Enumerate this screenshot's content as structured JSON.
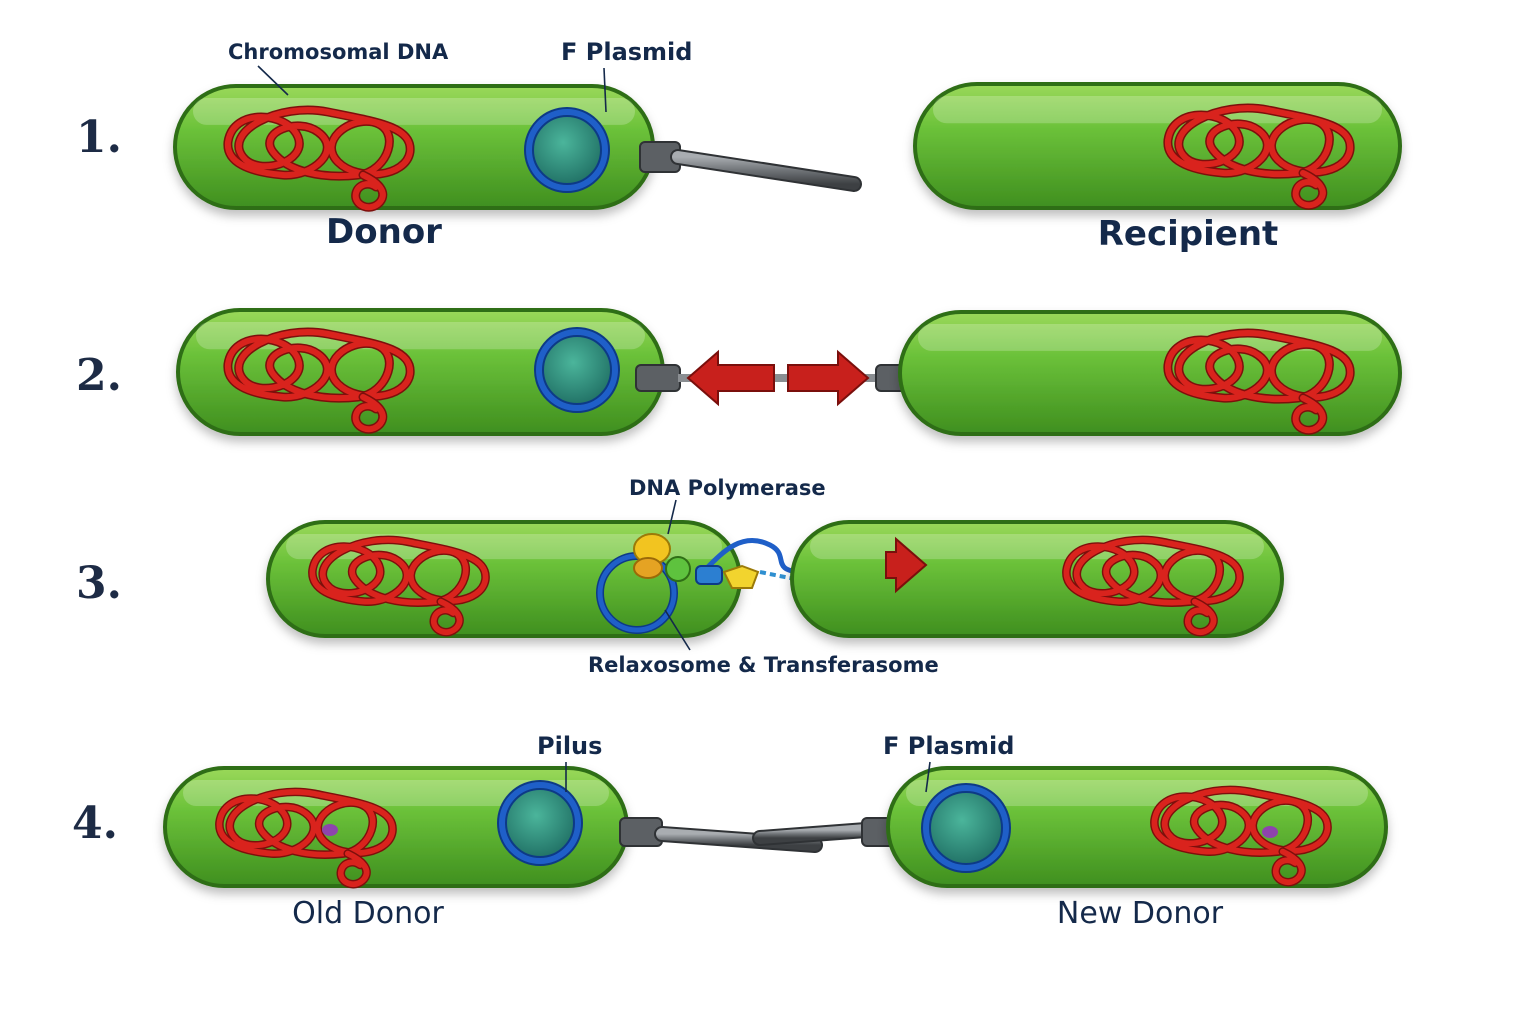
{
  "steps": [
    {
      "number": "1.",
      "labels": {
        "left": "Donor",
        "right": "Recipient"
      },
      "callouts": {
        "chromosome": "Chromosomal DNA",
        "plasmid": "F Plasmid"
      }
    },
    {
      "number": "2."
    },
    {
      "number": "3.",
      "callouts": {
        "polymerase": "DNA Polymerase",
        "complex": "Relaxosome & Transferasome"
      }
    },
    {
      "number": "4.",
      "labels": {
        "left": "Old Donor",
        "right": "New Donor"
      },
      "callouts": {
        "pilus": "Pilus",
        "plasmid": "F Plasmid"
      }
    }
  ],
  "colors": {
    "cell_fill": "#6cc23a",
    "cell_edge": "#2f6e16",
    "chromosome": "#d9231d",
    "plasmid_ring": "#1f5fc8",
    "plasmid_core": "#2f8f7a",
    "pilus": "#6f7377",
    "arrow": "#c8201c",
    "label_text": "#14294a"
  },
  "icons": [
    "chromosome-icon",
    "plasmid-icon",
    "pilus-icon",
    "retraction-arrow-icon",
    "enzyme-complex-icon"
  ]
}
